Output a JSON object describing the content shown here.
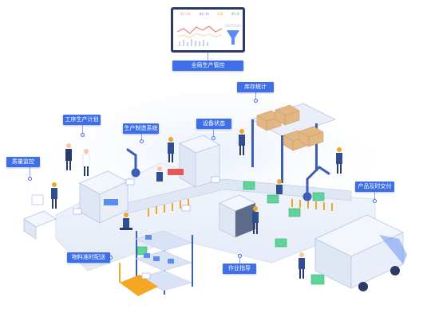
{
  "labels": {
    "top_center": "全局生产管控",
    "left_top": "质量监控",
    "left_mid": "工序生产计划",
    "center_left": "生产制造系统",
    "center": "设备状态",
    "top_right": "库存统计",
    "right": "产品及时交付",
    "bottom_left": "物料准时配送",
    "bottom_center": "作业指导"
  },
  "monitor": {
    "stat_1": "12.54",
    "stat_2": "84.1%",
    "stat_3": "126",
    "stat_4": "45.8"
  },
  "colors": {
    "label_bg": "#3f6fe6",
    "platform": "#eef3fb",
    "accent_green": "#5fd39a",
    "box_tan": "#e2b784",
    "worker_blue": "#2f4f8f",
    "hard_hat": "#f5a623"
  }
}
